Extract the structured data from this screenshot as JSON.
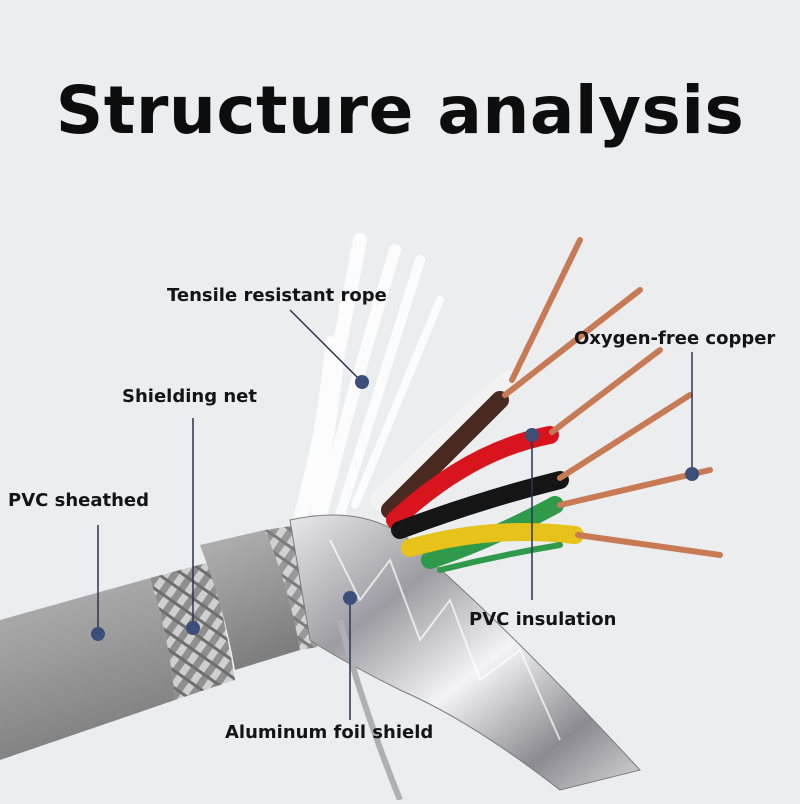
{
  "title": "Structure analysis",
  "labels": {
    "tensile_rope": "Tensile resistant rope",
    "oxygen_free_copper": "Oxygen-free copper",
    "shielding_net": "Shielding net",
    "pvc_sheathed": "PVC sheathed",
    "pvc_insulation": "PVC insulation",
    "aluminum_foil_shield": "Aluminum foil shield"
  },
  "colors": {
    "background": "#ecedef",
    "sheath": "#9a9a9a",
    "copper": "#c87a55",
    "pointer_dot": "#3c4f7a",
    "pointer_line": "#2a3550",
    "wire_white": "#f2f2f2",
    "wire_brown": "#4a2a20",
    "wire_red": "#d8141c",
    "wire_black": "#151515",
    "wire_green": "#2f9a4a",
    "wire_yellow": "#e6c21a"
  }
}
